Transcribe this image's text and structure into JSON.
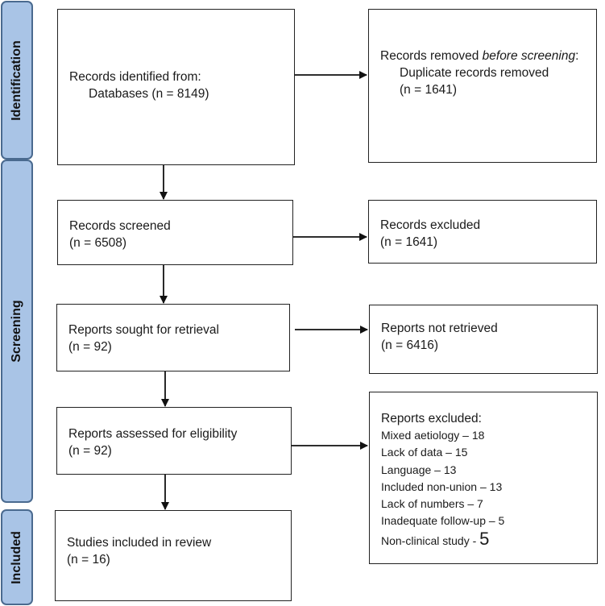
{
  "phases": {
    "identification": "Identification",
    "screening": "Screening",
    "included": "Included"
  },
  "identified": {
    "title": "Records identified from:",
    "line": "Databases (n = 8149)"
  },
  "removed_before": {
    "title_prefix": "Records removed ",
    "title_italic": "before screening",
    "title_suffix": ":",
    "line1": "Duplicate records removed",
    "line2": "(n = 1641)"
  },
  "screened": {
    "title": "Records screened",
    "count": "(n = 6508)"
  },
  "excluded": {
    "title": "Records excluded",
    "count": "(n = 1641)"
  },
  "sought": {
    "title": "Reports sought for retrieval",
    "count": "(n = 92)"
  },
  "not_retrieved": {
    "title": "Reports not retrieved",
    "count": "(n = 6416)"
  },
  "assessed": {
    "title": "Reports assessed for eligibility",
    "count": "(n = 92)"
  },
  "reports_excluded": {
    "title": "Reports excluded:",
    "reasons": [
      "Mixed aetiology – 18",
      "Lack of data – 15",
      "Language – 13",
      "Included non-union – 13",
      "Lack of numbers – 7",
      "Inadequate follow-up – 5"
    ],
    "last_reason_text": "Non-clinical study - ",
    "last_reason_count": "5"
  },
  "included": {
    "title": "Studies included in review",
    "count": "(n = 16)"
  }
}
